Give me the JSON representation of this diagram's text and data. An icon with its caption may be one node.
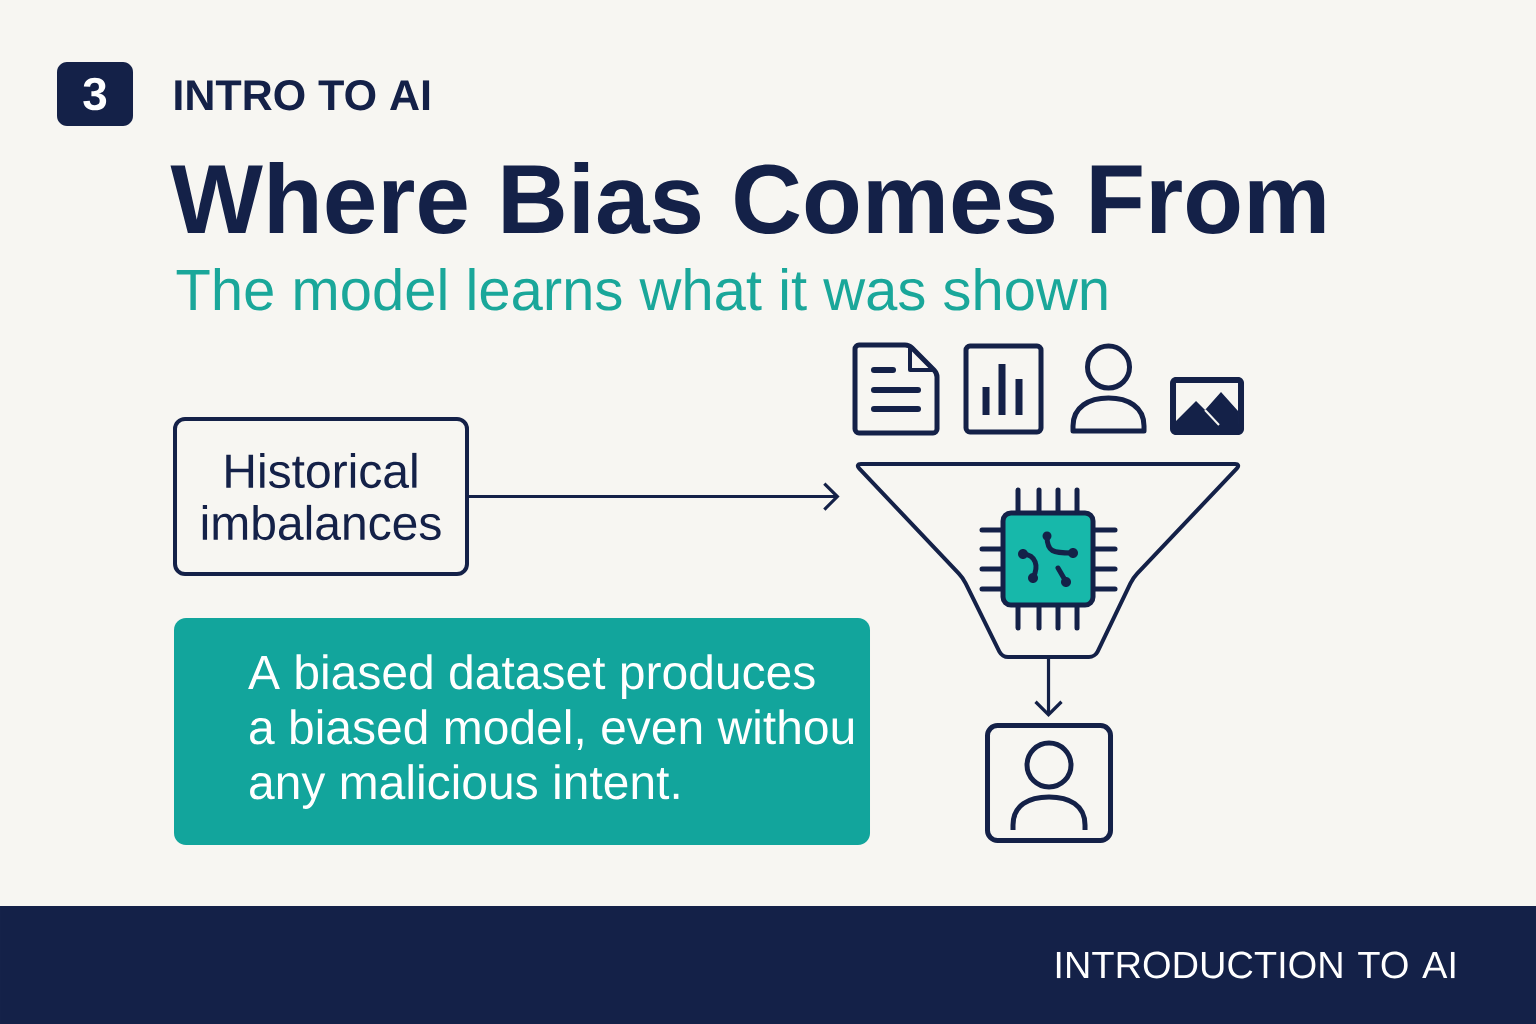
{
  "diagram": {
    "title": "Where Bias Comes From",
    "nodes": [
      {
        "text": [
          "3"
        ]
      },
      {
        "text": [
          "Historical imbalances"
        ]
      },
      {
        "text": [],
        "shape": "funnel"
      },
      {
        "text": [
          "A biased dataset produces a biased model, even withou any malicious intent."
        ]
      },
      {
        "text": [],
        "shape": "person"
      },
      {
        "text": [
          "INTRODUCTION TO AI"
        ]
      }
    ],
    "edges": [
      {
        "from": 1,
        "to": 2,
        "arrow": "to"
      },
      {
        "from": 2,
        "to": 4,
        "arrow": "to"
      }
    ],
    "labels": [
      "INTRO TO AI",
      "The model learns what it was shown"
    ]
  }
}
